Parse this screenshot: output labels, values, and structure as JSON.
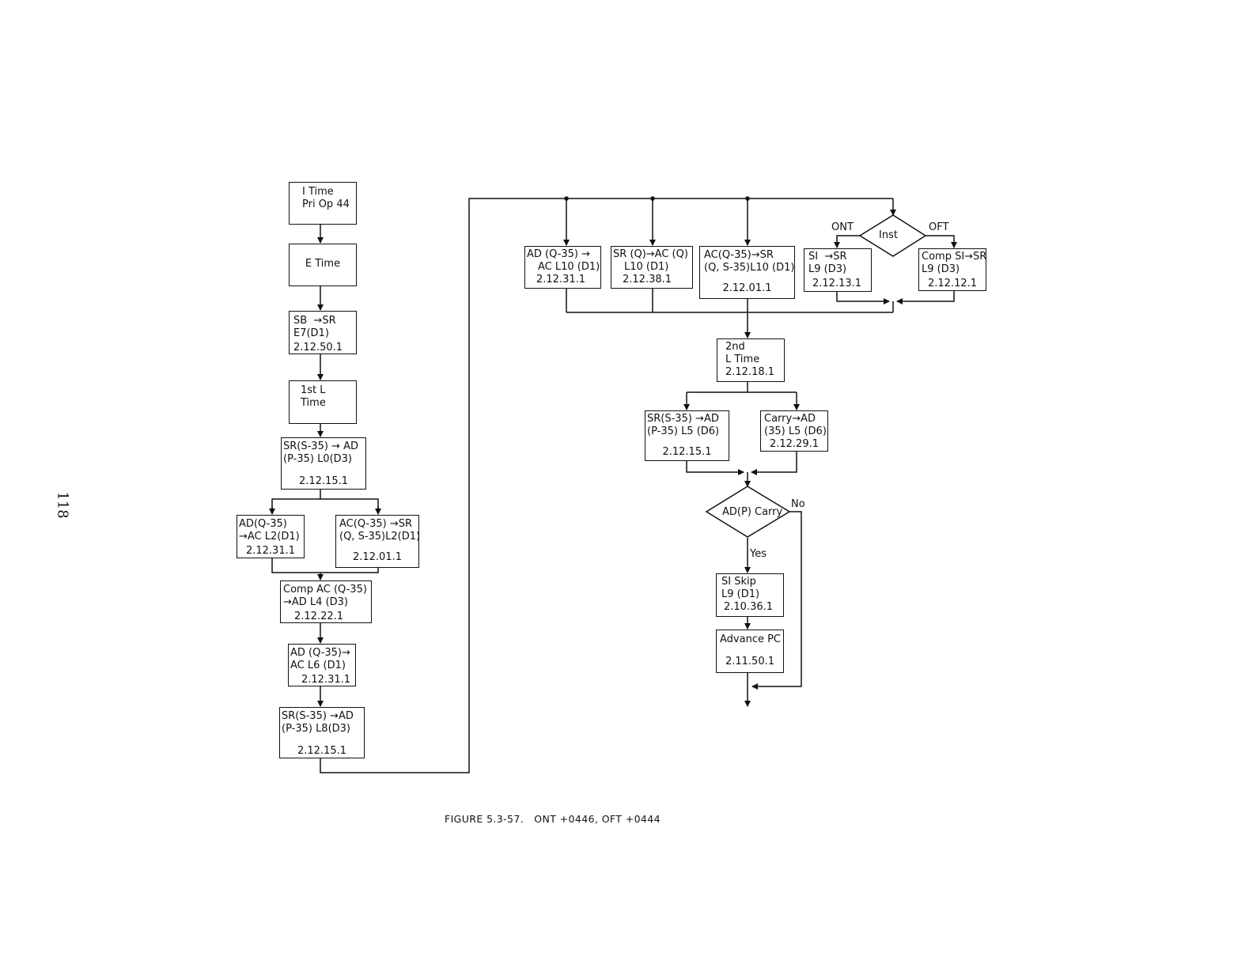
{
  "page_number": "118",
  "caption": "FIGURE 5.3-57.   ONT +0446, OFT +0444",
  "left_column": {
    "i_time": [
      "I Time",
      "Pri Op 44"
    ],
    "e_time": [
      "E Time"
    ],
    "sb_sr": [
      "SB  →SR",
      "E7(D1)",
      "2.12.50.1"
    ],
    "first_l_time": [
      "1st L",
      "Time"
    ],
    "sr_ad_l0": [
      "SR(S-35) → AD",
      "(P-35) L0(D3)",
      "2.12.15.1"
    ],
    "ad_ac_l2": [
      "AD(Q-35)",
      "→AC L2(D1)",
      "2.12.31.1"
    ],
    "ac_sr_l2": [
      "AC(Q-35) →SR",
      "(Q, S-35)L2(D1)",
      "2.12.01.1"
    ],
    "comp_ac_l4": [
      "Comp AC (Q-35)",
      "→AD L4 (D3)",
      "2.12.22.1"
    ],
    "ad_ac_l6": [
      "AD (Q-35)→",
      "AC L6 (D1)",
      "2.12.31.1"
    ],
    "sr_ad_l8": [
      "SR(S-35) →AD",
      "(P-35) L8(D3)",
      "2.12.15.1"
    ]
  },
  "right_column": {
    "ad_ac_l10": [
      "AD (Q-35) →",
      "AC L10 (D1)",
      "2.12.31.1"
    ],
    "sr_ac_l10": [
      "SR (Q)→AC (Q)",
      "L10 (D1)",
      "2.12.38.1"
    ],
    "ac_sr_l10": [
      "AC(Q-35)→SR",
      "(Q, S-35)L10 (D1)",
      "2.12.01.1"
    ],
    "inst_decision": "Inst",
    "ont_label": "ONT",
    "oft_label": "OFT",
    "si_sr_l9": [
      "SI  →SR",
      "L9 (D3)",
      "2.12.13.1"
    ],
    "comp_si_sr_l9": [
      "Comp SI→SR",
      "L9 (D3)",
      "2.12.12.1"
    ],
    "second_l_time": [
      "2nd",
      "L Time",
      "2.12.18.1"
    ],
    "sr_ad_l5": [
      "SR(S-35) →AD",
      "(P-35) L5 (D6)",
      "2.12.15.1"
    ],
    "carry_ad_l5": [
      "Carry→AD",
      "(35) L5 (D6)",
      "2.12.29.1"
    ],
    "carry_decision": "AD(P) Carry",
    "no_label": "No",
    "yes_label": "Yes",
    "si_skip": [
      "SI Skip",
      "L9 (D1)",
      "2.10.36.1"
    ],
    "advance_pc": [
      "Advance PC",
      "2.11.50.1"
    ]
  }
}
